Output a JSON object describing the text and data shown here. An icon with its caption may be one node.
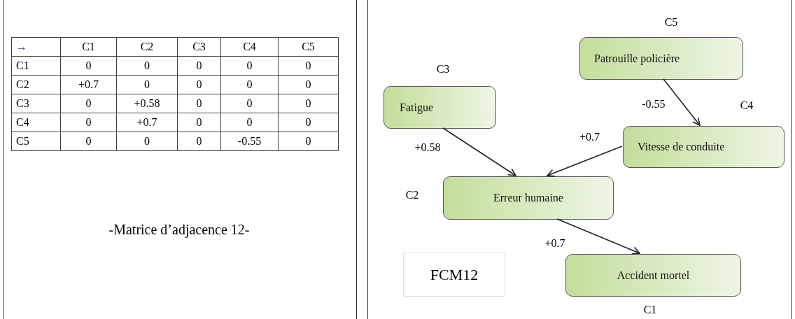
{
  "diagram": {
    "caption": "-Matrice d’adjacence 12-",
    "nodes": [
      {
        "text": [],
        "shape": "box"
      },
      {
        "text": [],
        "shape": "box"
      },
      {
        "text": [
          "Patrouille policière"
        ],
        "beside": [
          "C5"
        ],
        "in": 1
      },
      {
        "text": [
          "Fatigue"
        ],
        "beside": [
          "C3"
        ],
        "in": 1
      },
      {
        "text": [
          "Vitesse de conduite"
        ],
        "beside": [
          "C4"
        ],
        "in": 1
      },
      {
        "text": [
          "Erreur humaine"
        ],
        "beside": [
          "C2"
        ],
        "in": 1
      },
      {
        "text": [
          "FCM12"
        ],
        "in": 1
      },
      {
        "text": [
          "Accident mortel"
        ],
        "beside": [
          "C1"
        ],
        "in": 1
      }
    ],
    "edges": [
      {
        "from": 2,
        "to": 4,
        "arrow": "to",
        "label": "-0.55"
      },
      {
        "from": 3,
        "to": 5,
        "arrow": "to",
        "label": "+0.58"
      },
      {
        "from": 4,
        "to": 5,
        "arrow": "to",
        "label": "+0.7"
      },
      {
        "from": 5,
        "to": 7,
        "arrow": "to",
        "label": "+0.7"
      }
    ],
    "labels": [
      "→",
      "C1",
      "C2",
      "C3",
      "C4",
      "C5",
      "C1",
      "0",
      "0",
      "0",
      "0",
      "0",
      "C2",
      "+0.7",
      "0",
      "0",
      "0",
      "0",
      "C3",
      "0",
      "+0.58",
      "0",
      "0",
      "0",
      "C4",
      "0",
      "+0.7",
      "0",
      "0",
      "0",
      "C5",
      "0",
      "0",
      "0",
      "-0.55",
      "0"
    ]
  }
}
